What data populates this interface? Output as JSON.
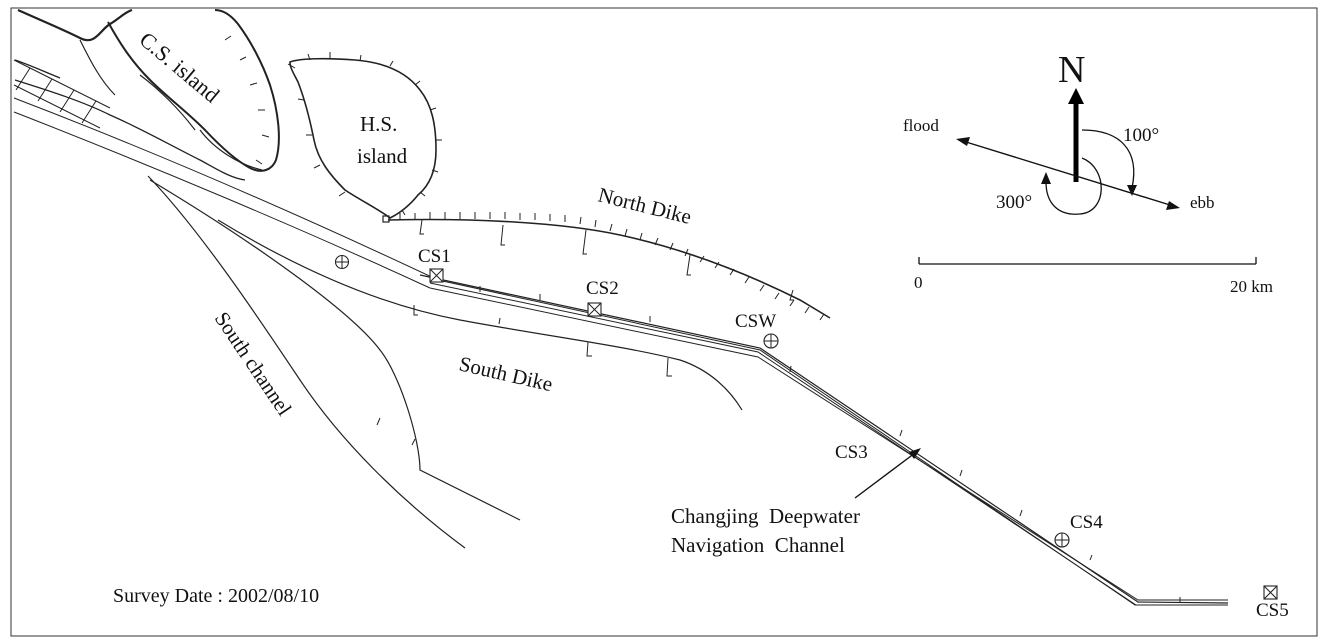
{
  "labels": {
    "cs_island": "C.S. island",
    "hs_island_line1": "H.S.",
    "hs_island_line2": "island",
    "north_dike": "North Dike",
    "south_dike": "South Dike",
    "south_channel": "South channel",
    "channel_line1": "Changjing  Deepwater",
    "channel_line2": "Navigation  Channel",
    "survey_date": "Survey Date : 2002/08/10"
  },
  "stations": [
    {
      "id": "CS1",
      "label": "CS1",
      "symbol": "boxed-x"
    },
    {
      "id": "CS2",
      "label": "CS2",
      "symbol": "boxed-x"
    },
    {
      "id": "CSW",
      "label": "CSW",
      "symbol": "circled-plus"
    },
    {
      "id": "CS3",
      "label": "CS3",
      "symbol": "none"
    },
    {
      "id": "CS4",
      "label": "CS4",
      "symbol": "circled-plus"
    },
    {
      "id": "CS5",
      "label": "CS5",
      "symbol": "boxed-x"
    }
  ],
  "compass": {
    "north": "N",
    "flood": "flood",
    "ebb": "ebb",
    "flood_angle": "300°",
    "ebb_angle": "100°"
  },
  "scale_bar": {
    "start": "0",
    "end": "20 km"
  }
}
